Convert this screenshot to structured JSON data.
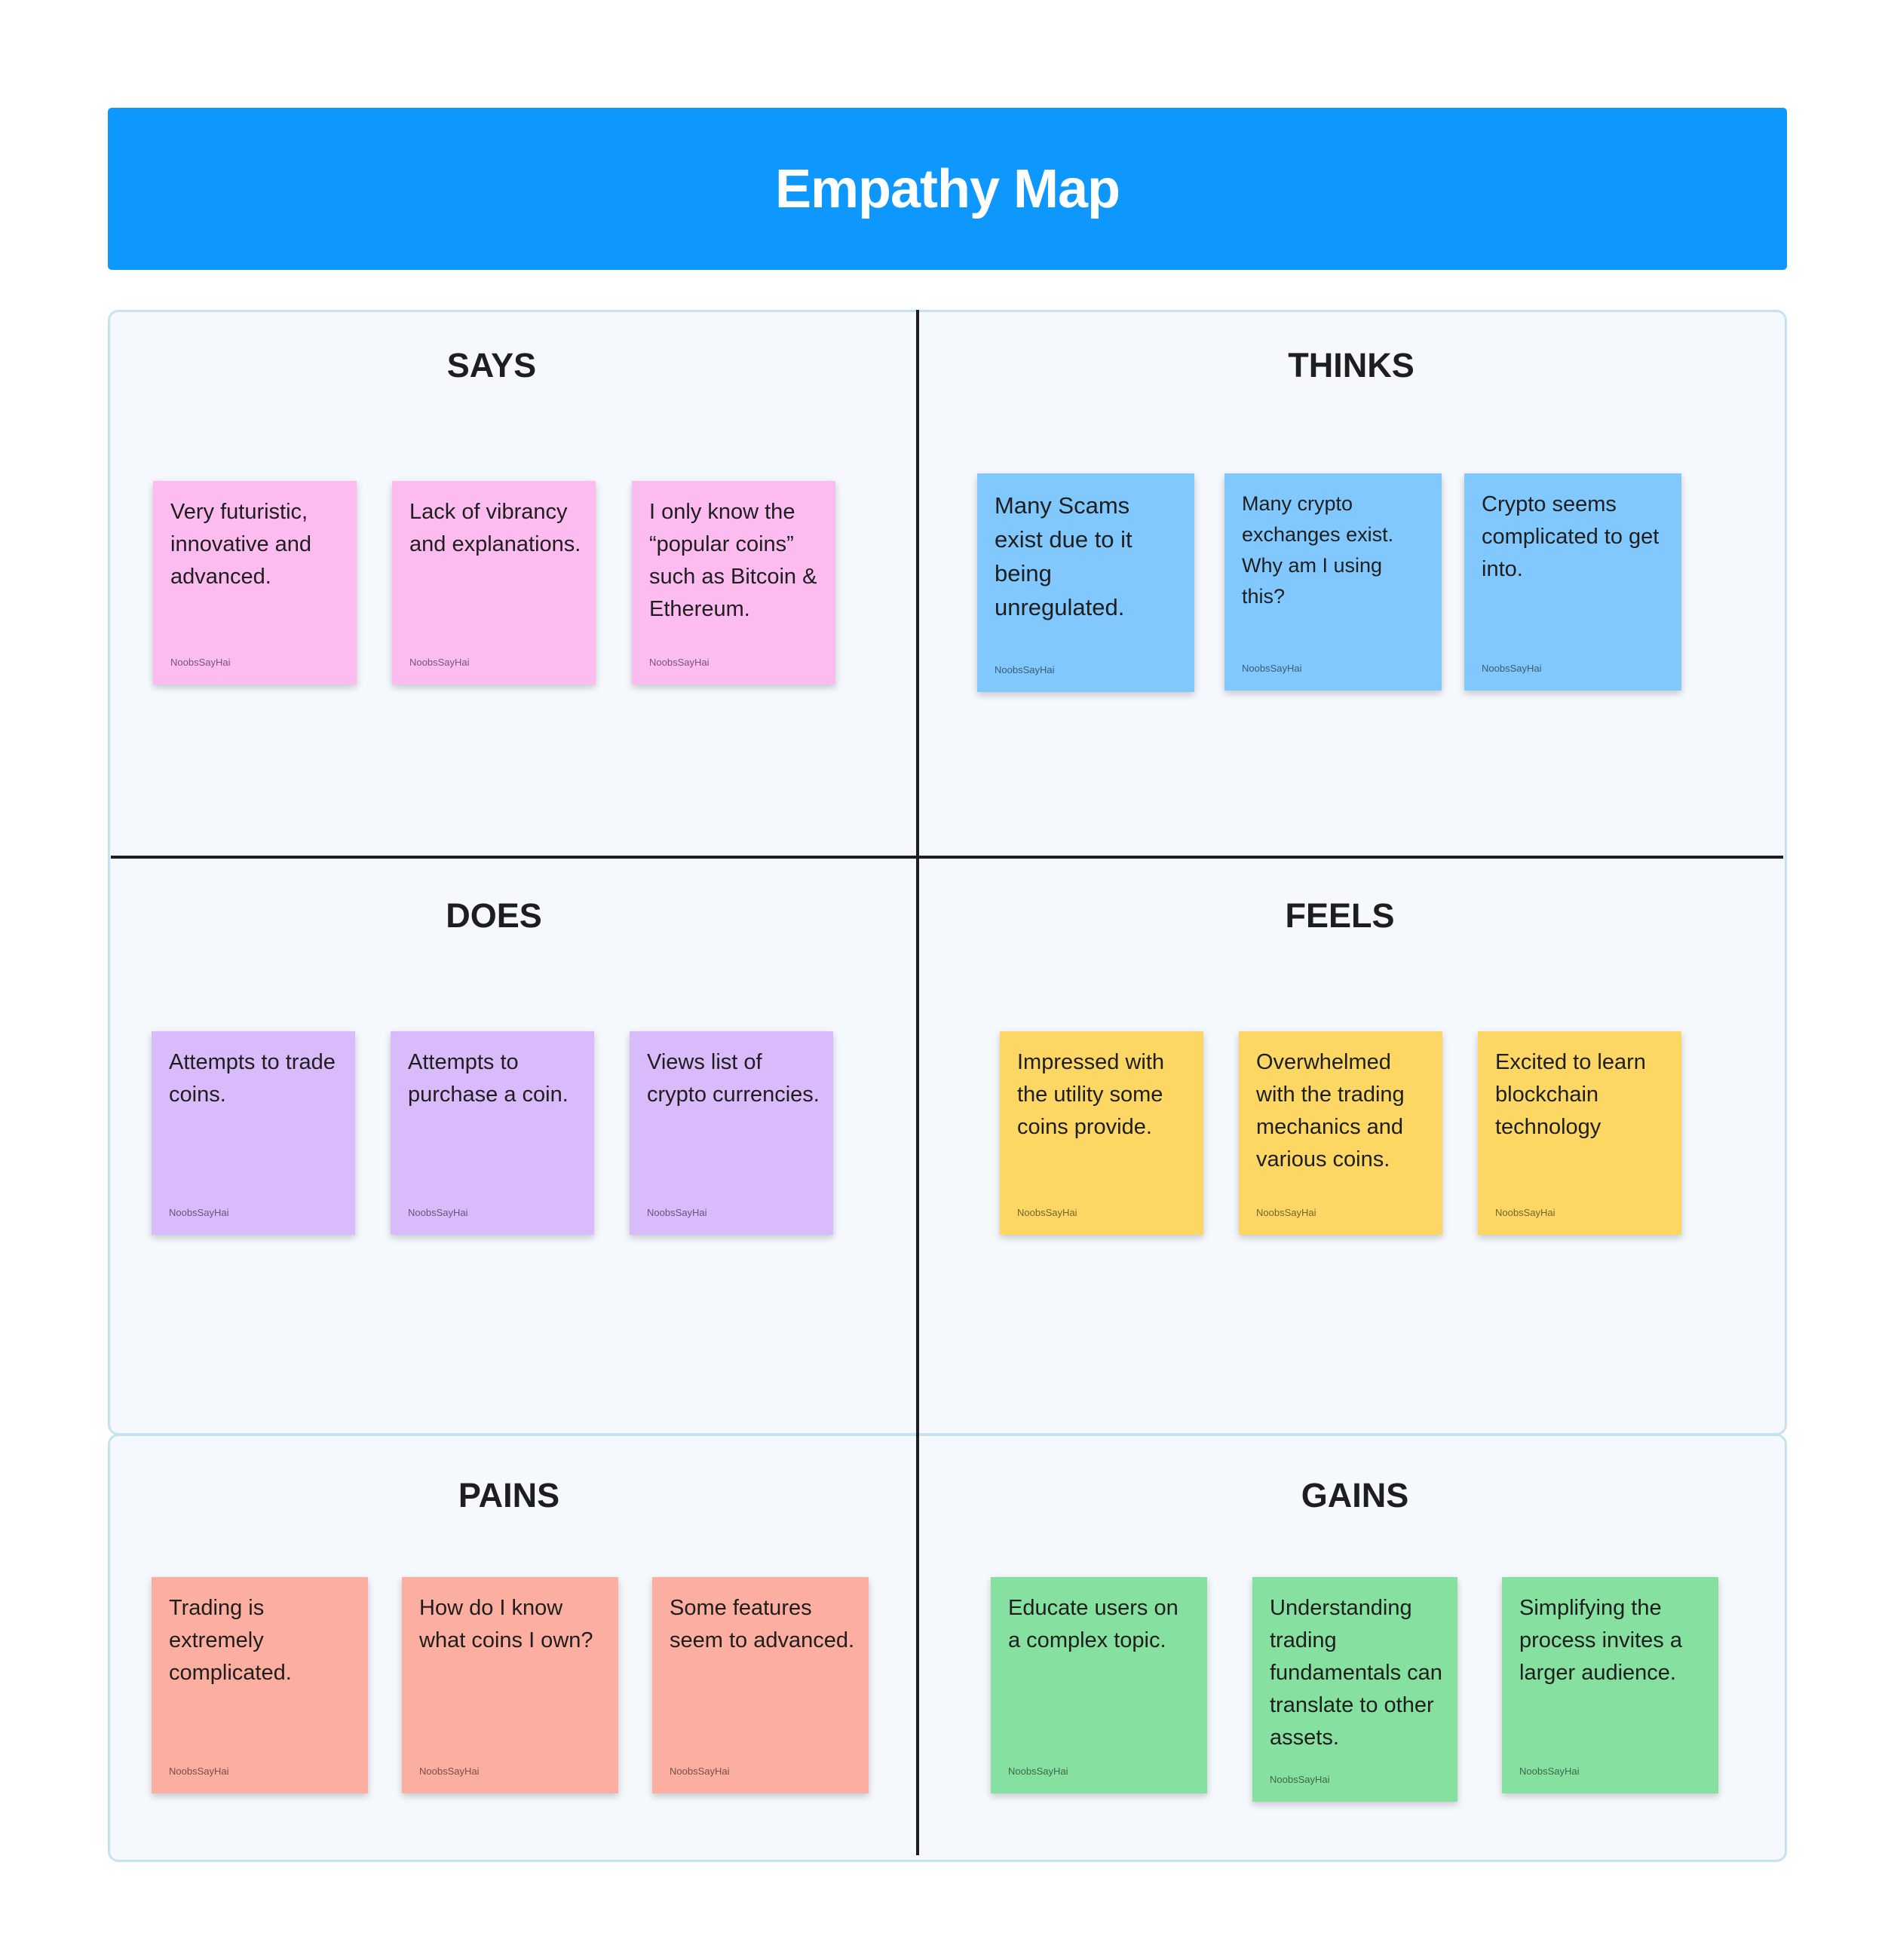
{
  "title": "Empathy Map",
  "colors": {
    "header": "#0e97fd",
    "board_background": "#f5f9fd",
    "board_border": "#c5e2f2",
    "says_note": "#fdbcef",
    "thinks_note": "#80c8fd",
    "does_note": "#d9bbfc",
    "feels_note": "#fcd763",
    "pains_note": "#fcaea0",
    "gains_note": "#86e0a0"
  },
  "sections": {
    "says": {
      "title": "SAYS",
      "notes": [
        {
          "text": "Very futuristic, innovative and advanced.",
          "author": "NoobsSayHai"
        },
        {
          "text": "Lack of vibrancy and explanations.",
          "author": "NoobsSayHai"
        },
        {
          "text": "I only know the “popular coins” such as Bitcoin & Ethereum.",
          "author": "NoobsSayHai"
        }
      ]
    },
    "thinks": {
      "title": "THINKS",
      "notes": [
        {
          "text": "Many Scams exist due to it being unregulated.",
          "author": "NoobsSayHai"
        },
        {
          "text": "Many crypto exchanges exist. Why am I using this?",
          "author": "NoobsSayHai"
        },
        {
          "text": "Crypto seems complicated to get into.",
          "author": "NoobsSayHai"
        }
      ]
    },
    "does": {
      "title": "DOES",
      "notes": [
        {
          "text": "Attempts to trade coins.",
          "author": "NoobsSayHai"
        },
        {
          "text": "Attempts to purchase a coin.",
          "author": "NoobsSayHai"
        },
        {
          "text": "Views list of crypto currencies.",
          "author": "NoobsSayHai"
        }
      ]
    },
    "feels": {
      "title": "FEELS",
      "notes": [
        {
          "text": "Impressed with the utility some coins provide.",
          "author": "NoobsSayHai"
        },
        {
          "text": "Overwhelmed with the trading mechanics and various coins.",
          "author": "NoobsSayHai"
        },
        {
          "text": "Excited to learn blockchain technology",
          "author": "NoobsSayHai"
        }
      ]
    },
    "pains": {
      "title": "PAINS",
      "notes": [
        {
          "text": "Trading is extremely complicated.",
          "author": "NoobsSayHai"
        },
        {
          "text": "How do I know what coins I own?",
          "author": "NoobsSayHai"
        },
        {
          "text": "Some features seem to advanced.",
          "author": "NoobsSayHai"
        }
      ]
    },
    "gains": {
      "title": "GAINS",
      "notes": [
        {
          "text": "Educate users on a complex topic.",
          "author": "NoobsSayHai"
        },
        {
          "text": "Understanding trading fundamentals can translate to other assets.",
          "author": "NoobsSayHai"
        },
        {
          "text": "Simplifying the process invites a larger audience.",
          "author": "NoobsSayHai"
        }
      ]
    }
  }
}
